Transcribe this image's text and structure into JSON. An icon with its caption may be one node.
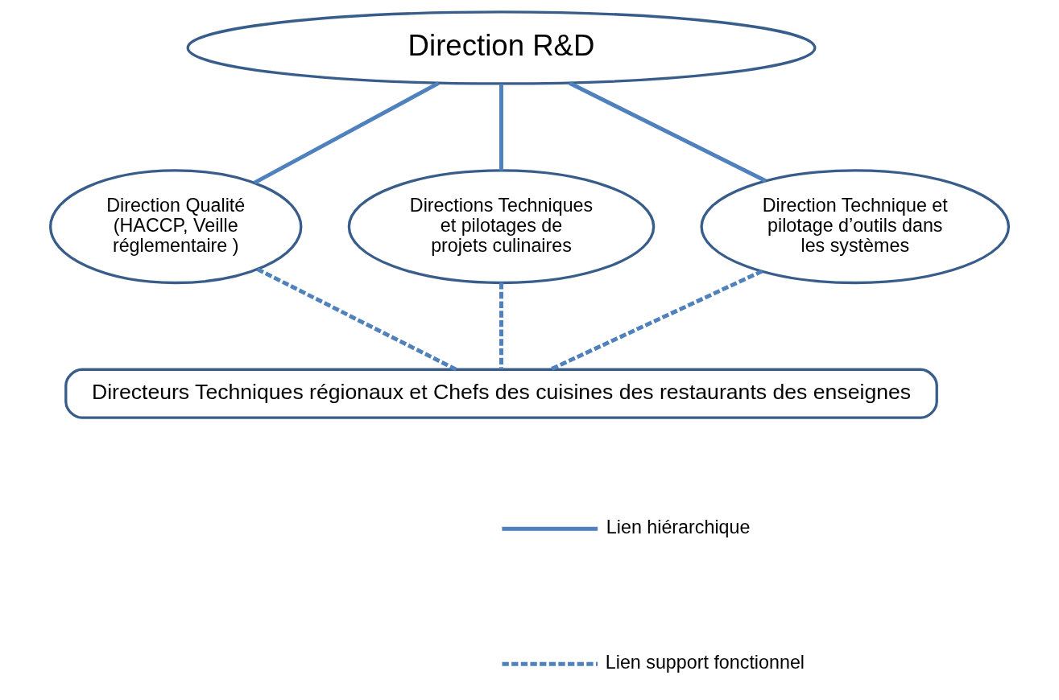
{
  "diagram": {
    "nodes": [
      {
        "text": [
          "Direction R&D"
        ]
      },
      {
        "text": [
          "Direction Qualité (HACCP, Veille réglementaire )"
        ]
      },
      {
        "text": [
          "Directions Techniques et pilotages de projets culinaires"
        ]
      },
      {
        "text": [
          "Direction Technique et pilotage d’outils dans les systèmes"
        ]
      },
      {
        "text": [
          "Directeurs Techniques régionaux et Chefs des cuisines des restaurants des enseignes"
        ]
      }
    ],
    "edges": [
      {
        "from": 0,
        "to": 1,
        "arrow": "none"
      },
      {
        "from": 0,
        "to": 2,
        "arrow": "none"
      },
      {
        "from": 0,
        "to": 3,
        "arrow": "none"
      },
      {
        "from": 1,
        "to": 4,
        "arrow": "none",
        "style": "dashed"
      },
      {
        "from": 2,
        "to": 4,
        "arrow": "none",
        "style": "dashed"
      },
      {
        "from": 3,
        "to": 4,
        "arrow": "none",
        "style": "dashed"
      }
    ],
    "legend": [
      {
        "text": "Lien hiérarchique"
      },
      {
        "text": "Lien support fonctionnel"
      }
    ]
  }
}
